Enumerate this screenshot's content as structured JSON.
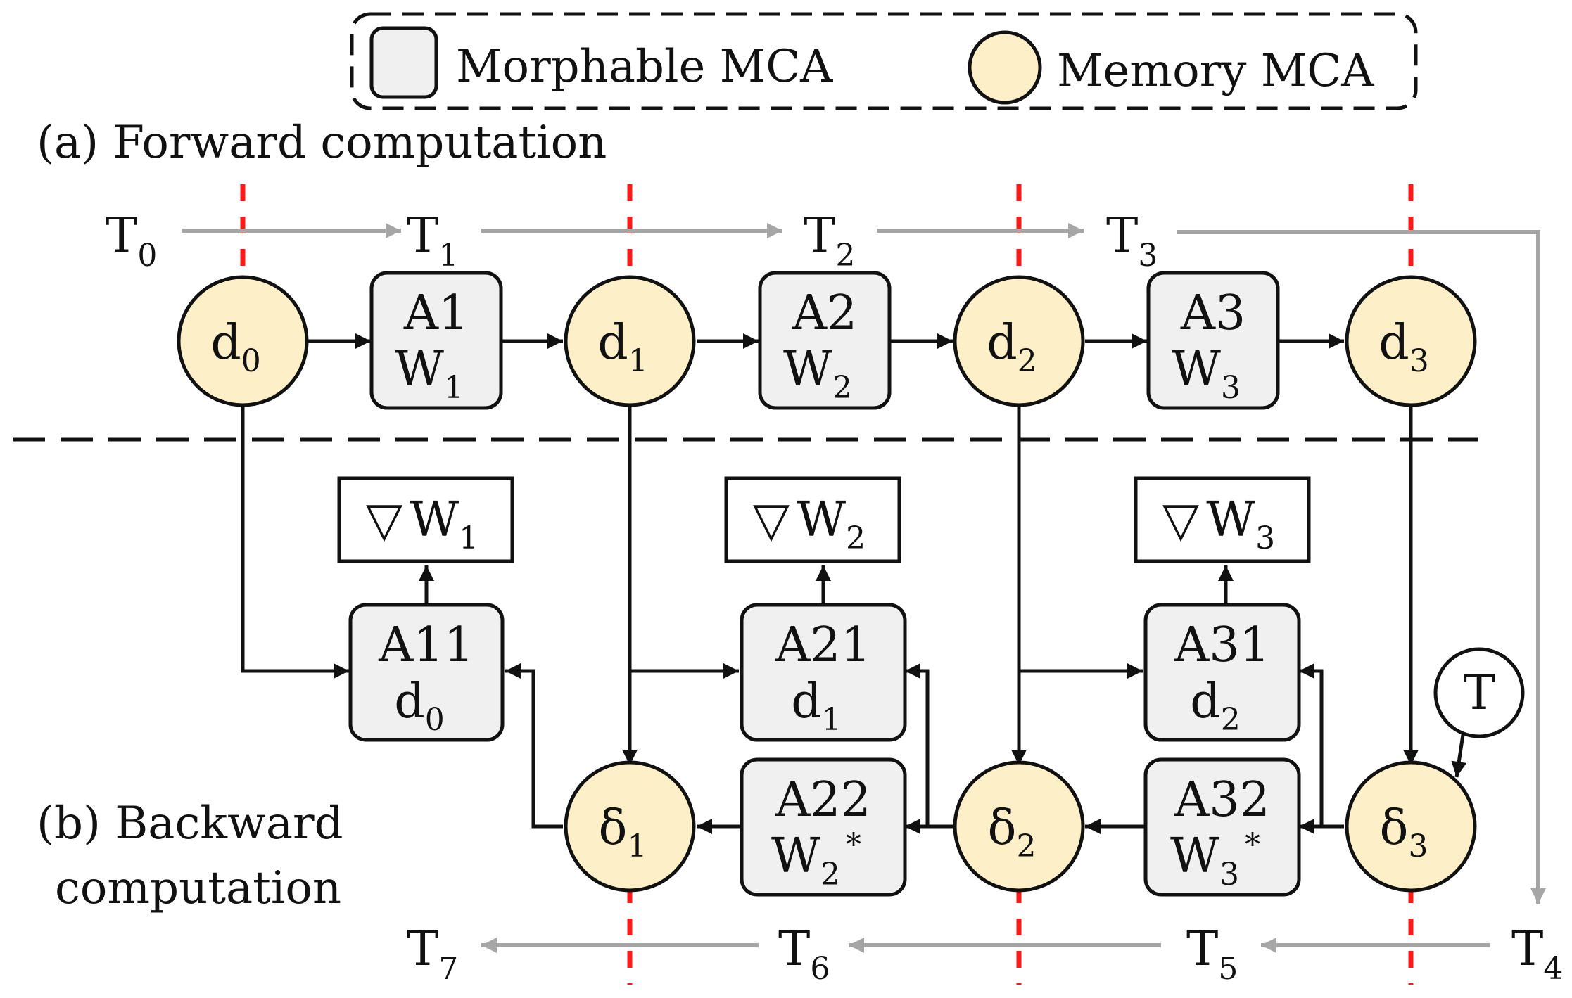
{
  "legend": {
    "morphable": "Morphable MCA",
    "memory": "Memory MCA"
  },
  "sections": {
    "forward": "(a) Forward computation",
    "backward_line1": "(b) Backward",
    "backward_line2": "computation"
  },
  "time_steps": [
    {
      "base": "T",
      "sub": "0"
    },
    {
      "base": "T",
      "sub": "1"
    },
    {
      "base": "T",
      "sub": "2"
    },
    {
      "base": "T",
      "sub": "3"
    },
    {
      "base": "T",
      "sub": "4"
    },
    {
      "base": "T",
      "sub": "5"
    },
    {
      "base": "T",
      "sub": "6"
    },
    {
      "base": "T",
      "sub": "7"
    }
  ],
  "memory_nodes": {
    "d0": {
      "base": "d",
      "sub": "0"
    },
    "d1": {
      "base": "d",
      "sub": "1"
    },
    "d2": {
      "base": "d",
      "sub": "2"
    },
    "d3": {
      "base": "d",
      "sub": "3"
    },
    "delta1": {
      "base": "δ",
      "sub": "1"
    },
    "delta2": {
      "base": "δ",
      "sub": "2"
    },
    "delta3": {
      "base": "δ",
      "sub": "3"
    },
    "target": "T"
  },
  "morphable_nodes": {
    "A1": {
      "top": "A1",
      "base": "W",
      "sub": "1",
      "sup": ""
    },
    "A2": {
      "top": "A2",
      "base": "W",
      "sub": "2",
      "sup": ""
    },
    "A3": {
      "top": "A3",
      "base": "W",
      "sub": "3",
      "sup": ""
    },
    "A11": {
      "top": "A11",
      "base": "d",
      "sub": "0",
      "sup": ""
    },
    "A21": {
      "top": "A21",
      "base": "d",
      "sub": "1",
      "sup": ""
    },
    "A31": {
      "top": "A31",
      "base": "d",
      "sub": "2",
      "sup": ""
    },
    "A22": {
      "top": "A22",
      "base": "W",
      "sub": "2",
      "sup": "*"
    },
    "A32": {
      "top": "A32",
      "base": "W",
      "sub": "3",
      "sup": "*"
    }
  },
  "gradients": [
    {
      "symbol": "▽",
      "base": "W",
      "sub": "1"
    },
    {
      "symbol": "▽",
      "base": "W",
      "sub": "2"
    },
    {
      "symbol": "▽",
      "base": "W",
      "sub": "3"
    }
  ],
  "colors": {
    "memory_fill": "#fdf0c8",
    "morphable_fill": "#f0f0f0",
    "stroke": "#111111",
    "timeline": "#a6a6a6",
    "sync_line": "#ff1a1a"
  }
}
